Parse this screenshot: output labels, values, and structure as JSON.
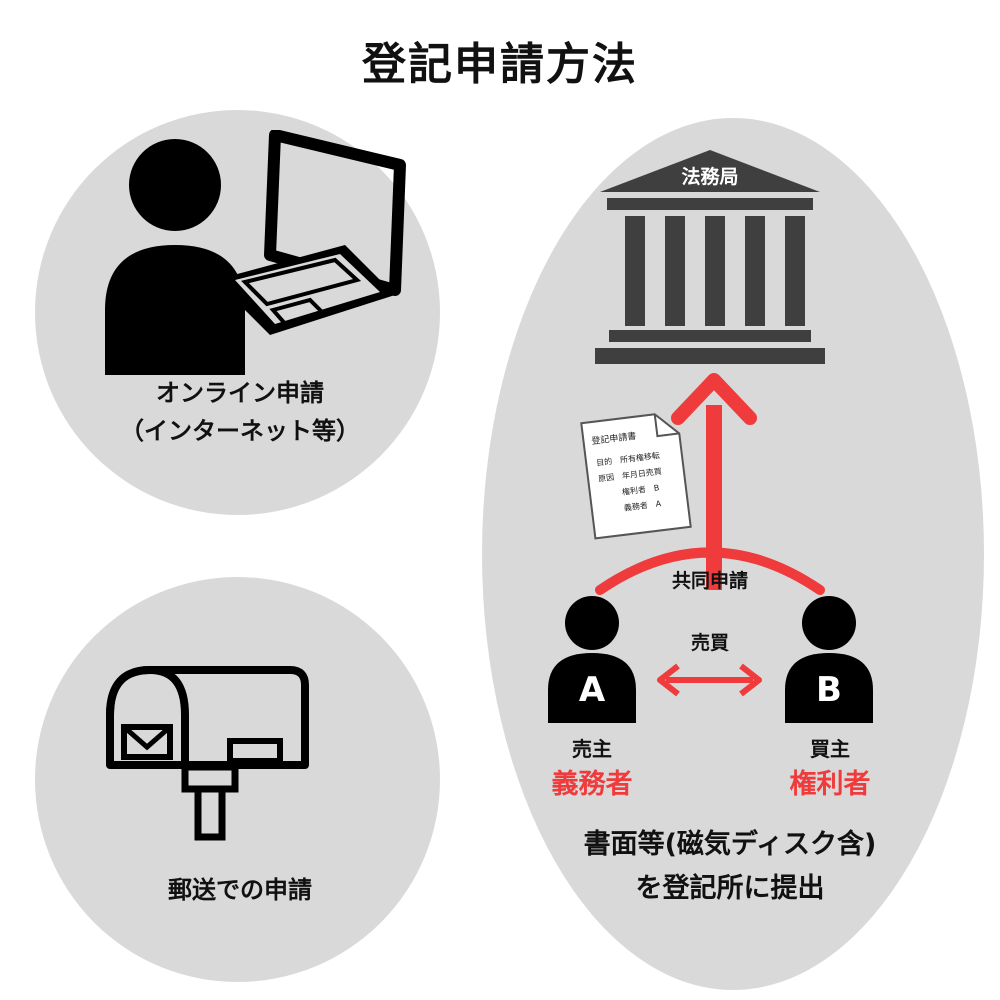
{
  "title": "登記申請方法",
  "online": {
    "line1": "オンライン申請",
    "line2": "（インターネット等）"
  },
  "mail": {
    "label": "郵送での申請"
  },
  "paper": {
    "office_label": "法務局",
    "joint_application": "共同申請",
    "sale": "売買",
    "seller": {
      "letter": "A",
      "role": "売主",
      "legal_role": "義務者"
    },
    "buyer": {
      "letter": "B",
      "role": "買主",
      "legal_role": "権利者"
    },
    "document": {
      "title": "登記申請書",
      "lines": [
        "目的　所有権移転",
        "原因　年月日売買",
        "権利者　B",
        "義務者　A"
      ]
    },
    "caption_line1": "書面等(磁気ディスク含)",
    "caption_line2": "を登記所に提出"
  },
  "colors": {
    "circle_bg": "#d9d9d9",
    "accent_red": "#ef3b3b",
    "building_gray": "#3f3f3f",
    "dark": "#111111"
  }
}
